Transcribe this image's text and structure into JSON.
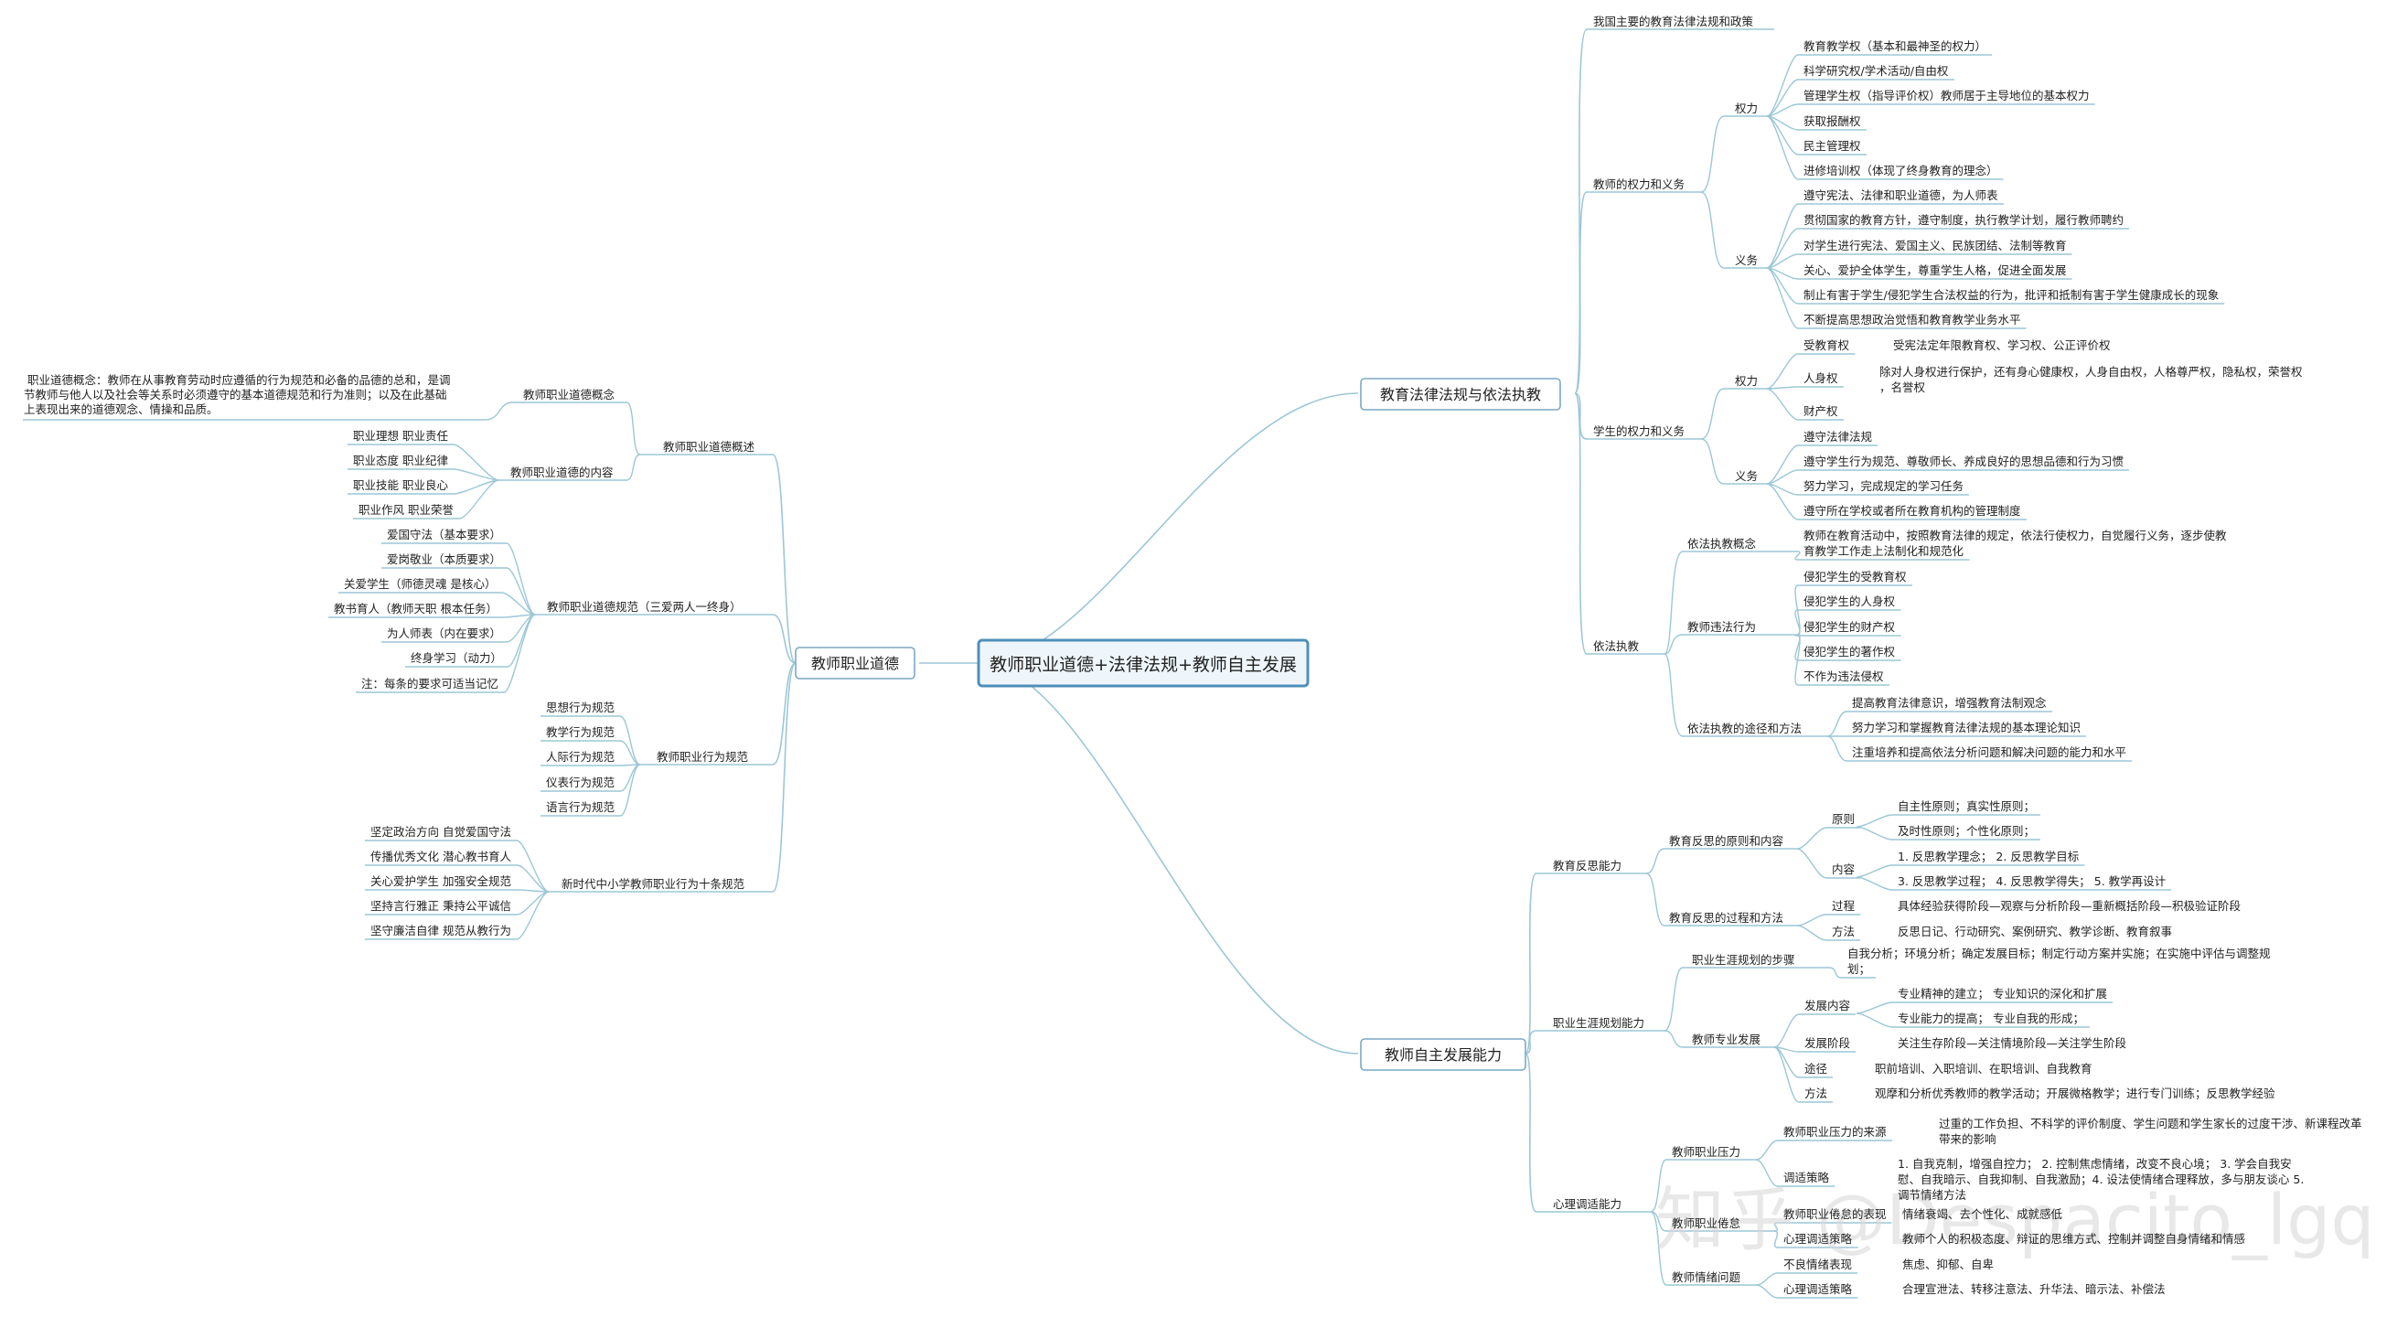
{
  "center": "教师职业道德+法律法规+教师自主发展",
  "watermark": "知乎 @Despacito_lgq",
  "nodes": {
    "l1_ethics": "教师职业道德",
    "l1_law": "教育法律法规与依法执教",
    "l1_dev": "教师自主发展能力",
    "e_overview": "教师职业道德概述",
    "e_concept": "教师职业道德概念",
    "e_concept_text1": "职业道德概念：教师在从事教育劳动时应遵循的行为规范和必备的品德的总和，是调",
    "e_concept_text2": "节教师与他人以及社会等关系时必须遵守的基本道德规范和行为准则；以及在此基础",
    "e_concept_text3": "上表现出来的道德观念、情操和品质。",
    "e_content": "教师职业道德的内容",
    "e_c1": "职业理想      职业责任",
    "e_c2": "职业态度      职业纪律",
    "e_c3": "职业技能      职业良心",
    "e_c4": "职业作风      职业荣誉",
    "e_norms": "教师职业道德规范（三爱两人一终身）",
    "e_n1": "爱国守法（基本要求）",
    "e_n2": "爱岗敬业（本质要求）",
    "e_n3": "关爱学生（师德灵魂 是核心）",
    "e_n4": "教书育人（教师天职 根本任务）",
    "e_n5": "为人师表（内在要求）",
    "e_n6": "终身学习（动力）",
    "e_n7": "注：每条的要求可适当记忆",
    "e_behav": "教师职业行为规范",
    "e_b1": "思想行为规范",
    "e_b2": "教学行为规范",
    "e_b3": "人际行为规范",
    "e_b4": "仪表行为规范",
    "e_b5": "语言行为规范",
    "e_ten": "新时代中小学教师职业行为十条规范",
    "e_t1": "坚定政治方向  自觉爱国守法",
    "e_t2": "传播优秀文化  潜心教书育人",
    "e_t3": "关心爱护学生  加强安全规范",
    "e_t4": "坚持言行雅正  秉持公平诚信",
    "e_t5": "坚守廉洁自律  规范从教行为",
    "law_main": "我国主要的教育法律法规和政策",
    "law_trights": "教师的权力和义务",
    "law_power": "权力",
    "law_p1": "教育教学权（基本和最神圣的权力）",
    "law_p2": "科学研究权/学术活动/自由权",
    "law_p3": "管理学生权（指导评价权）教师居于主导地位的基本权力",
    "law_p4": "获取报酬权",
    "law_p5": "民主管理权",
    "law_p6": "进修培训权（体现了终身教育的理念）",
    "law_duty": "义务",
    "law_d1": "遵守宪法、法律和职业道德，为人师表",
    "law_d2": "贯彻国家的教育方针，遵守制度，执行教学计划，履行教师聘约",
    "law_d3": "对学生进行宪法、爱国主义、民族团结、法制等教育",
    "law_d4": "关心、爱护全体学生，尊重学生人格，促进全面发展",
    "law_d5": "制止有害于学生/侵犯学生合法权益的行为，批评和抵制有害于学生健康成长的现象",
    "law_d6": "不断提高思想政治觉悟和教育教学业务水平",
    "law_srights": "学生的权力和义务",
    "law_spower": "权力",
    "law_sp1": "受教育权",
    "law_sp1_text": "受宪法定年限教育权、学习权、公正评价权",
    "law_sp2": "人身权",
    "law_sp2_text1": "除对人身权进行保护，还有身心健康权，人身自由权，人格尊严权，隐私权，荣誉权",
    "law_sp2_text2": "，名誉权",
    "law_sp3": "财产权",
    "law_sduty": "义务",
    "law_sd1": "遵守法律法规",
    "law_sd2": "遵守学生行为规范、尊敬师长、养成良好的思想品德和行为习惯",
    "law_sd3": "努力学习，完成规定的学习任务",
    "law_sd4": "遵守所在学校或者所在教育机构的管理制度",
    "law_exec": "依法执教",
    "law_ex_concept": "依法执教概念",
    "law_ex_concept_text1": "教师在教育活动中，按照教育法律的规定，依法行使权力，自觉履行义务，逐步使教",
    "law_ex_concept_text2": "育教学工作走上法制化和规范化",
    "law_violate": "教师违法行为",
    "law_v1": "侵犯学生的受教育权",
    "law_v2": "侵犯学生的人身权",
    "law_v3": "侵犯学生的财产权",
    "law_v4": "侵犯学生的著作权",
    "law_v5": "不作为违法侵权",
    "law_path": "依法执教的途径和方法",
    "law_path1": "提高教育法律意识，增强教育法制观念",
    "law_path2": "努力学习和掌握教育法律法规的基本理论知识",
    "law_path3": "注重培养和提高依法分析问题和解决问题的能力和水平",
    "dev_reflect": "教育反思能力",
    "dev_r_principle": "教育反思的原则和内容",
    "dev_r_pr": "原则",
    "dev_r_pr1": "自主性原则；真实性原则；",
    "dev_r_pr2": "及时性原则；个性化原则；",
    "dev_r_ct": "内容",
    "dev_r_ct1": "1. 反思教学理念；   2. 反思教学目标",
    "dev_r_ct2": "3. 反思教学过程；   4. 反思教学得失；   5. 教学再设计",
    "dev_r_process": "教育反思的过程和方法",
    "dev_r_proc": "过程",
    "dev_r_proc_text": "具体经验获得阶段—观察与分析阶段—重新概括阶段—积极验证阶段",
    "dev_r_meth": "方法",
    "dev_r_meth_text": "反思日记、行动研究、案例研究、教学诊断、教育叙事",
    "dev_career": "职业生涯规划能力",
    "dev_c_steps": "职业生涯规划的步骤",
    "dev_c_steps_text1": "自我分析；环境分析；确定发展目标；制定行动方案并实施；在实施中评估与调整规",
    "dev_c_steps_text2": "划；",
    "dev_c_prof": "教师专业发展",
    "dev_c_content": "发展内容",
    "dev_c_content1": "专业精神的建立；  专业知识的深化和扩展",
    "dev_c_content2": "专业能力的提高；  专业自我的形成；",
    "dev_c_stage": "发展阶段",
    "dev_c_stage_text": "关注生存阶段—关注情境阶段—关注学生阶段",
    "dev_c_way": "途径",
    "dev_c_way_text": "职前培训、入职培训、在职培训、自我教育",
    "dev_c_method": "方法",
    "dev_c_method_text": "观摩和分析优秀教师的教学活动；开展微格教学；进行专门训练；反思教学经验",
    "dev_psy": "心理调适能力",
    "dev_p_pressure": "教师职业压力",
    "dev_p_source": "教师职业压力的来源",
    "dev_p_source_text1": "过重的工作负担、不科学的评价制度、学生问题和学生家长的过度干涉、新课程改革",
    "dev_p_source_text2": "带来的影响",
    "dev_p_strategy": "调适策略",
    "dev_p_strategy_text1": "1. 自我克制，增强自控力；   2. 控制焦虑情绪，改变不良心境；   3. 学会自我安",
    "dev_p_strategy_text2": "慰、自我暗示、自我抑制、自我激励；4. 设法使情绪合理释放，多与朋友谈心 5.",
    "dev_p_strategy_text3": "调节情绪方法",
    "dev_p_burnout": "教师职业倦怠",
    "dev_p_burnout_sub": "教师职业倦怠的表现",
    "dev_p_burnout_text": "情绪衰竭、去个性化、成就感低",
    "dev_p_burnout_strat": "心理调适策略",
    "dev_p_burnout_strat_text": "教师个人的积极态度、辩证的思维方式、控制并调整自身情绪和情感",
    "dev_p_emotion": "教师情绪问题",
    "dev_p_bad": "不良情绪表现",
    "dev_p_bad_text": "焦虑、抑郁、自卑",
    "dev_p_adjust": "心理调适策略",
    "dev_p_adjust_text": "合理宣泄法、转移注意法、升华法、暗示法、补偿法"
  },
  "colors": {
    "line": "#9cc7d6",
    "box_border": "#7aa9c4",
    "center_border": "#4f8fb8",
    "text": "#222222"
  }
}
